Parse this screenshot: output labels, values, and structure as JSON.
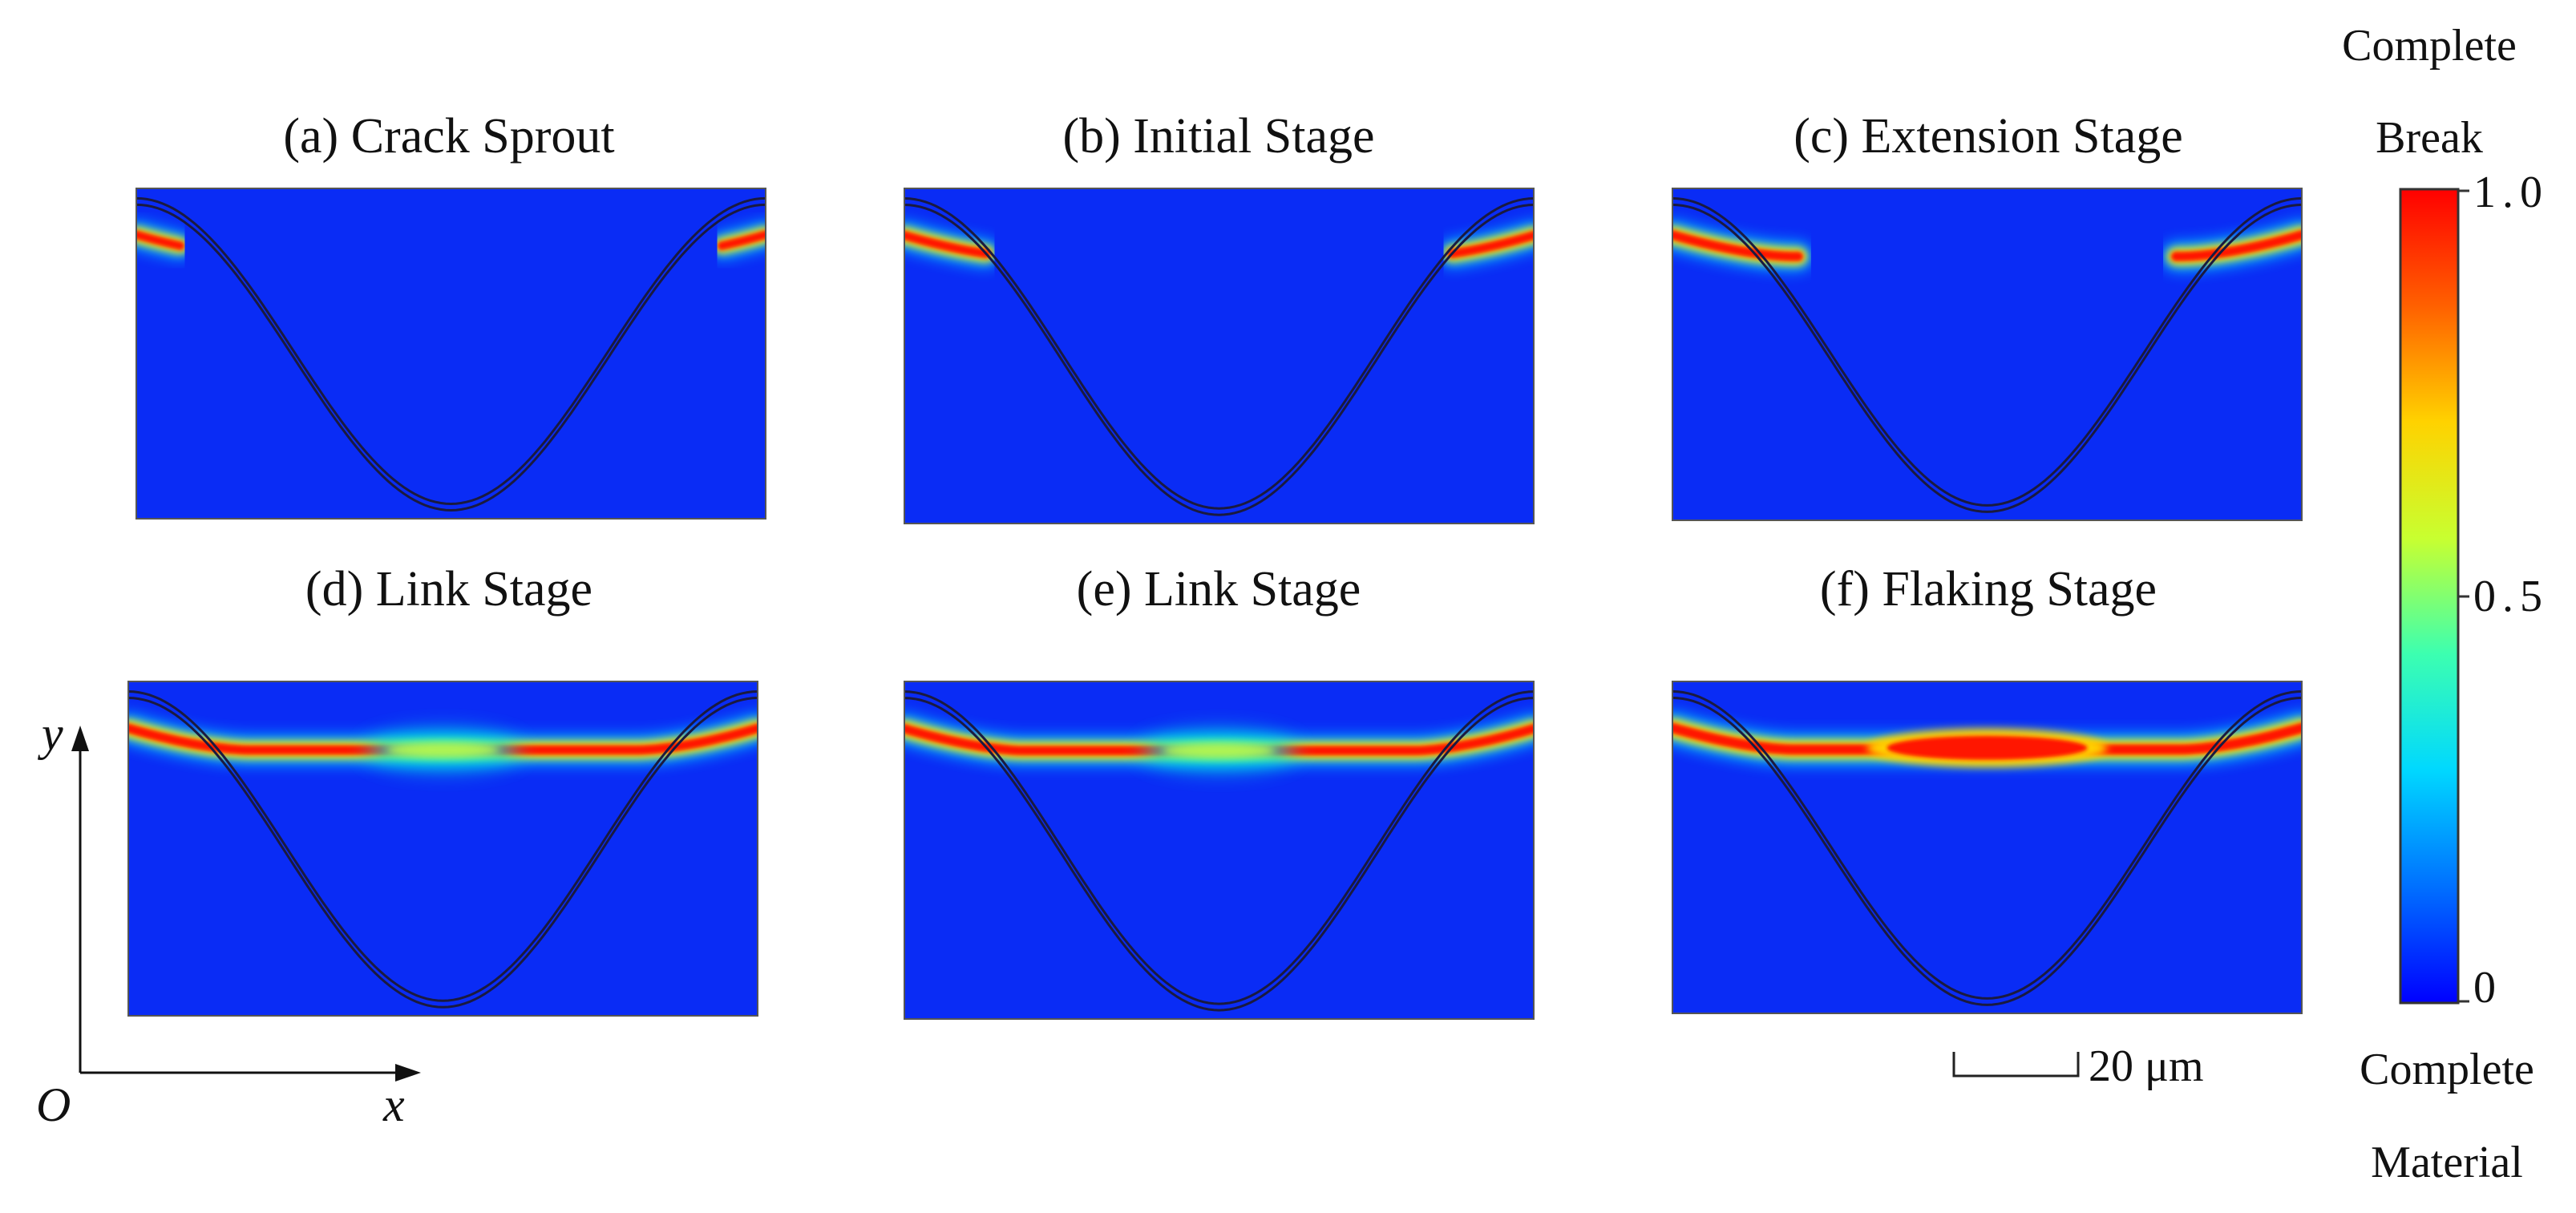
{
  "panels": [
    {
      "label": "(a) Crack Sprout",
      "stage": "sprout"
    },
    {
      "label": "(b) Initial Stage",
      "stage": "initial"
    },
    {
      "label": "(c) Extension Stage",
      "stage": "extension"
    },
    {
      "label": "(d) Link Stage",
      "stage": "link1"
    },
    {
      "label": "(e) Link Stage",
      "stage": "link2"
    },
    {
      "label": "(f) Flaking Stage",
      "stage": "flaking"
    }
  ],
  "colorbar": {
    "top_title_line1": "Complete",
    "top_title_line2": "Break",
    "bottom_title_line1": "Complete",
    "bottom_title_line2": "Material",
    "tick_max": "1.0",
    "tick_mid": "0.5",
    "tick_min": "0",
    "colors": [
      "#0000ff",
      "#0070ff",
      "#00d8ff",
      "#3cffb0",
      "#c8ff30",
      "#ffd200",
      "#ff6000",
      "#ff0000"
    ]
  },
  "axes": {
    "y_label": "y",
    "x_label": "x",
    "origin_label": "O"
  },
  "scale_bar": {
    "label": "20 μm"
  },
  "colors": {
    "background_field": "#0a2cf5",
    "crack_core": "#ff1500",
    "interface_line": "#1a1a40"
  }
}
